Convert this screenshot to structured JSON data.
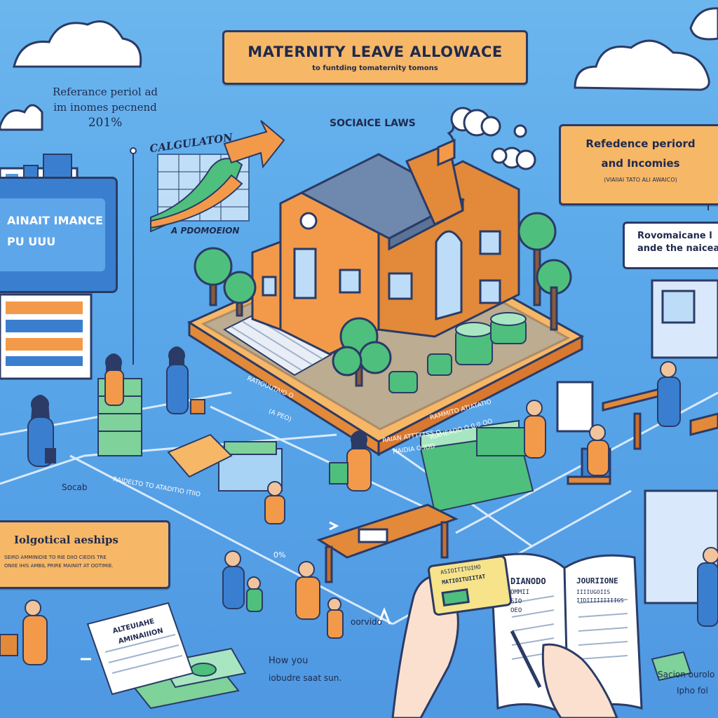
{
  "header": {
    "title": "MATERNITY LEAVE ALLOWACE",
    "subtitle": "to funtding tomaternity tomons"
  },
  "left_note": {
    "line1": "Referance periol ad",
    "line2": "im inomes pecnend",
    "line3": "201%"
  },
  "social_laws_label": "SOCIAICE LAWS",
  "calculation": {
    "label": "CALGULATON",
    "sub_label": "A PDOMOEION"
  },
  "right_panel": {
    "line1": "Refedence periord",
    "line2": "and Incomies",
    "sub": "(VIAIIAI TATO ALI AWAICO)"
  },
  "right_note": {
    "line1": "Rovomaicane l",
    "line2": "ande the naicea"
  },
  "left_sign": {
    "line1": "AINAIT IMANCE",
    "line2": "PU UUU"
  },
  "lower_left_panel": {
    "title": "Iolgotical aeships",
    "line1": "SEIRD AMMINIDIE TO RIE DIIO CIEDIS TRE",
    "line2": "ONIIE IHIS AMBIL PRIRE MAINIIT AT OOTIMIE."
  },
  "ground_labels": {
    "socab": "Socab",
    "path1": "RATIOUUTAIO O",
    "path1b": "(A PEO)",
    "path2": "RAIDELTO TO ATADITIO ITIIO",
    "path3": "RAIAN ATTTTTSS O",
    "path3b": "HAIDIA O IOD",
    "path4": "RAMMITO ATIATATIO",
    "path4b": "RIAHEAOO O 0.0 OO",
    "percent": "0%",
    "oorvido": "oorvido",
    "how_you": "How you",
    "iobudre": "iobudre saat sun.",
    "sacion": "Sacion ourolo",
    "ipho": "Ipho fol"
  },
  "book": {
    "left_title": "DIANODO",
    "left_lines": [
      "OMMII",
      "SIO",
      "OEO"
    ],
    "right_title": "JOURIIONE",
    "right_lines": [
      "IIIIUGOIIS",
      "IIDIIIIIIIIIGS"
    ]
  },
  "card": {
    "line1": "ASIOITITUIHO",
    "line2": "MATIOITUIITAT"
  },
  "document": {
    "line1": "ALTEUIAHE",
    "line2": "AMINAIIION"
  },
  "colors": {
    "sky": "#5aa8ea",
    "orange_label": "#f6b767",
    "outline": "#2b3b66",
    "building_wall": "#f39a4a",
    "roof": "#6f88ad",
    "tree": "#4fbf7d",
    "money": "#7ed29a"
  }
}
